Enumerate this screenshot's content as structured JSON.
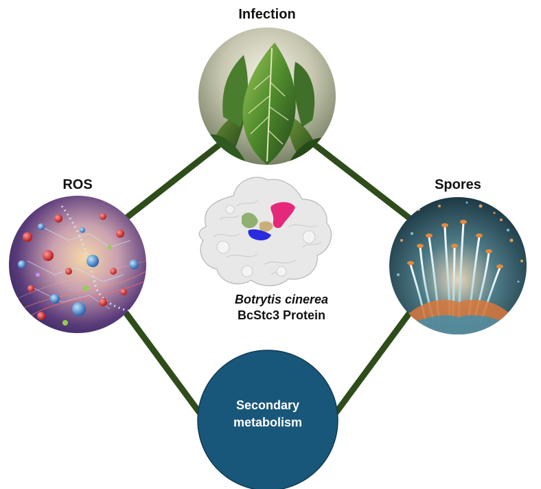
{
  "nodes": {
    "infection": {
      "label": "Infection",
      "image": "leaf-image"
    },
    "ros": {
      "label": "ROS",
      "image": "molecular-network-image"
    },
    "spores": {
      "label": "Spores",
      "image": "fungal-spores-image"
    },
    "secondary_metabolism": {
      "label_line1": "Secondary",
      "label_line2": "metabolism"
    }
  },
  "center": {
    "species": "Botrytis cinerea",
    "protein": "BcStc3 Protein",
    "image": "protein-surface-image"
  },
  "colors": {
    "connector": "#2e4d1a",
    "metabolism_fill": "#19577a",
    "protein_surface": "#e8e8e8",
    "highlight_pink": "#e6287a",
    "highlight_green": "#8fb070",
    "highlight_blue": "#2a2ae0",
    "highlight_tan": "#c9b07a"
  }
}
